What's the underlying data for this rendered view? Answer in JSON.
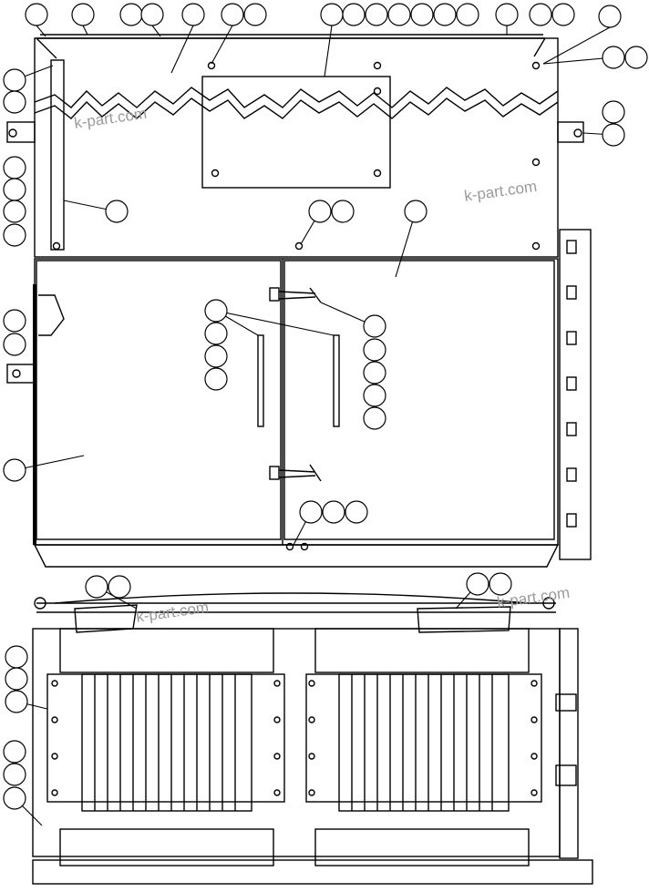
{
  "diagram": {
    "watermarks": [
      {
        "text": "k-part.com"
      },
      {
        "text": "k-part.com"
      },
      {
        "text": "k-part.com"
      },
      {
        "text": "k-part.com"
      }
    ],
    "colors": {
      "line": "#000000",
      "background": "#ffffff",
      "watermark": "#9a9a9a"
    }
  }
}
